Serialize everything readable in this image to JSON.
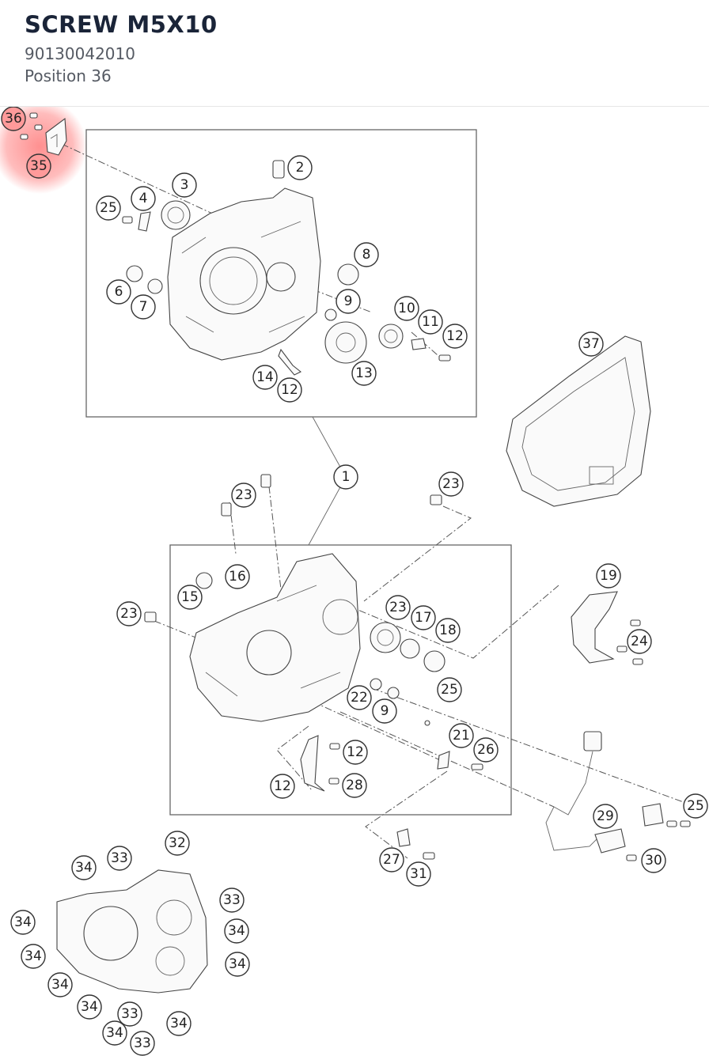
{
  "header": {
    "title": "SCREW M5X10",
    "part_number": "90130042010",
    "position_label": "Position 36"
  },
  "colors": {
    "title": "#1a2438",
    "subtitle": "#555a63",
    "highlight": "#ff6b6b"
  },
  "diagram": {
    "highlighted_position": "36",
    "labels": [
      "36",
      "35",
      "2",
      "3",
      "4",
      "25",
      "8",
      "6",
      "7",
      "9",
      "10",
      "11",
      "12",
      "14",
      "12",
      "13",
      "37",
      "1",
      "23",
      "23",
      "23",
      "16",
      "15",
      "23",
      "17",
      "18",
      "19",
      "24",
      "25",
      "22",
      "9",
      "21",
      "26",
      "12",
      "12",
      "28",
      "25",
      "29",
      "30",
      "27",
      "31",
      "32",
      "34",
      "33",
      "33",
      "34",
      "34",
      "34",
      "34",
      "34",
      "34",
      "33",
      "34",
      "33",
      "34",
      "34",
      "34"
    ]
  }
}
